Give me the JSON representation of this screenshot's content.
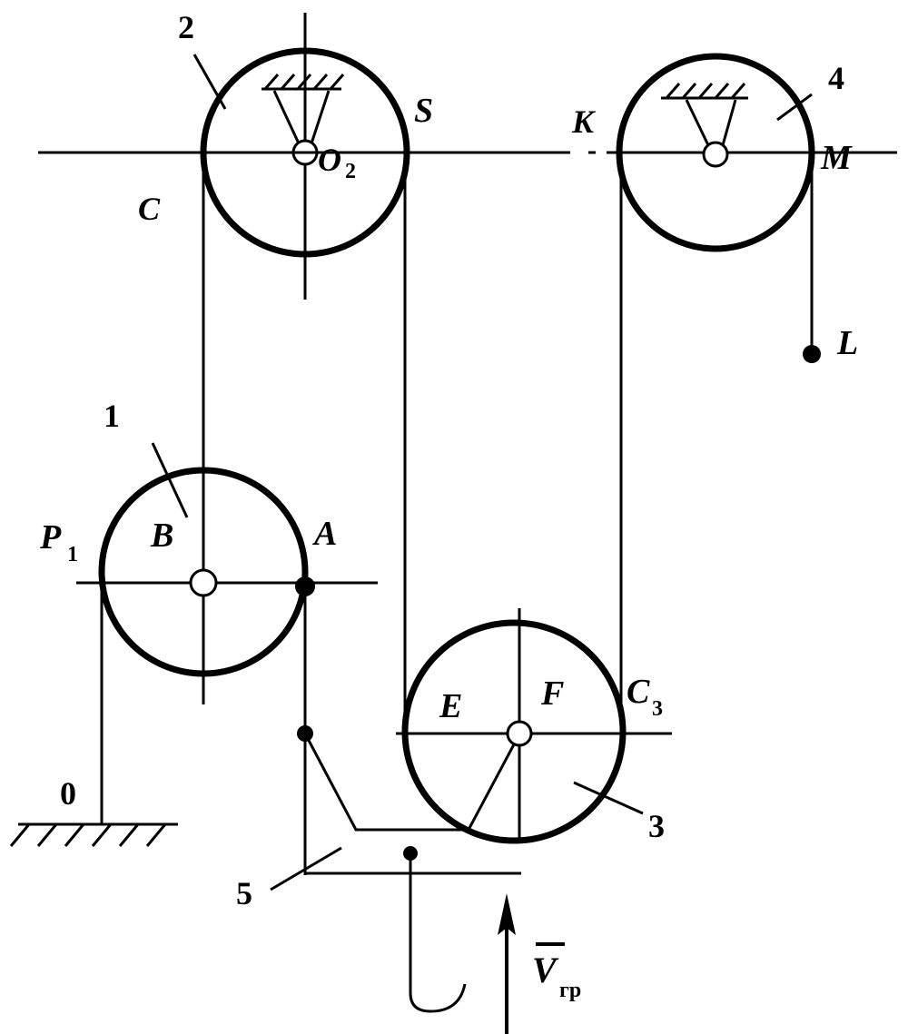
{
  "diagram": {
    "labels": {
      "num_1": "1",
      "num_2": "2",
      "num_3": "3",
      "num_4": "4",
      "num_5": "5",
      "num_0": "0",
      "S": "S",
      "K": "K",
      "M": "M",
      "L": "L",
      "C": "C",
      "O": "O",
      "O_sub": "2",
      "B": "B",
      "A": "A",
      "P": "P",
      "P_sub": "1",
      "E": "E",
      "F": "F",
      "C3": "C",
      "C3_sub": "3",
      "V": "V",
      "V_sub": "гр"
    },
    "colors": {
      "stroke": "#000000",
      "background": "#ffffff"
    }
  }
}
